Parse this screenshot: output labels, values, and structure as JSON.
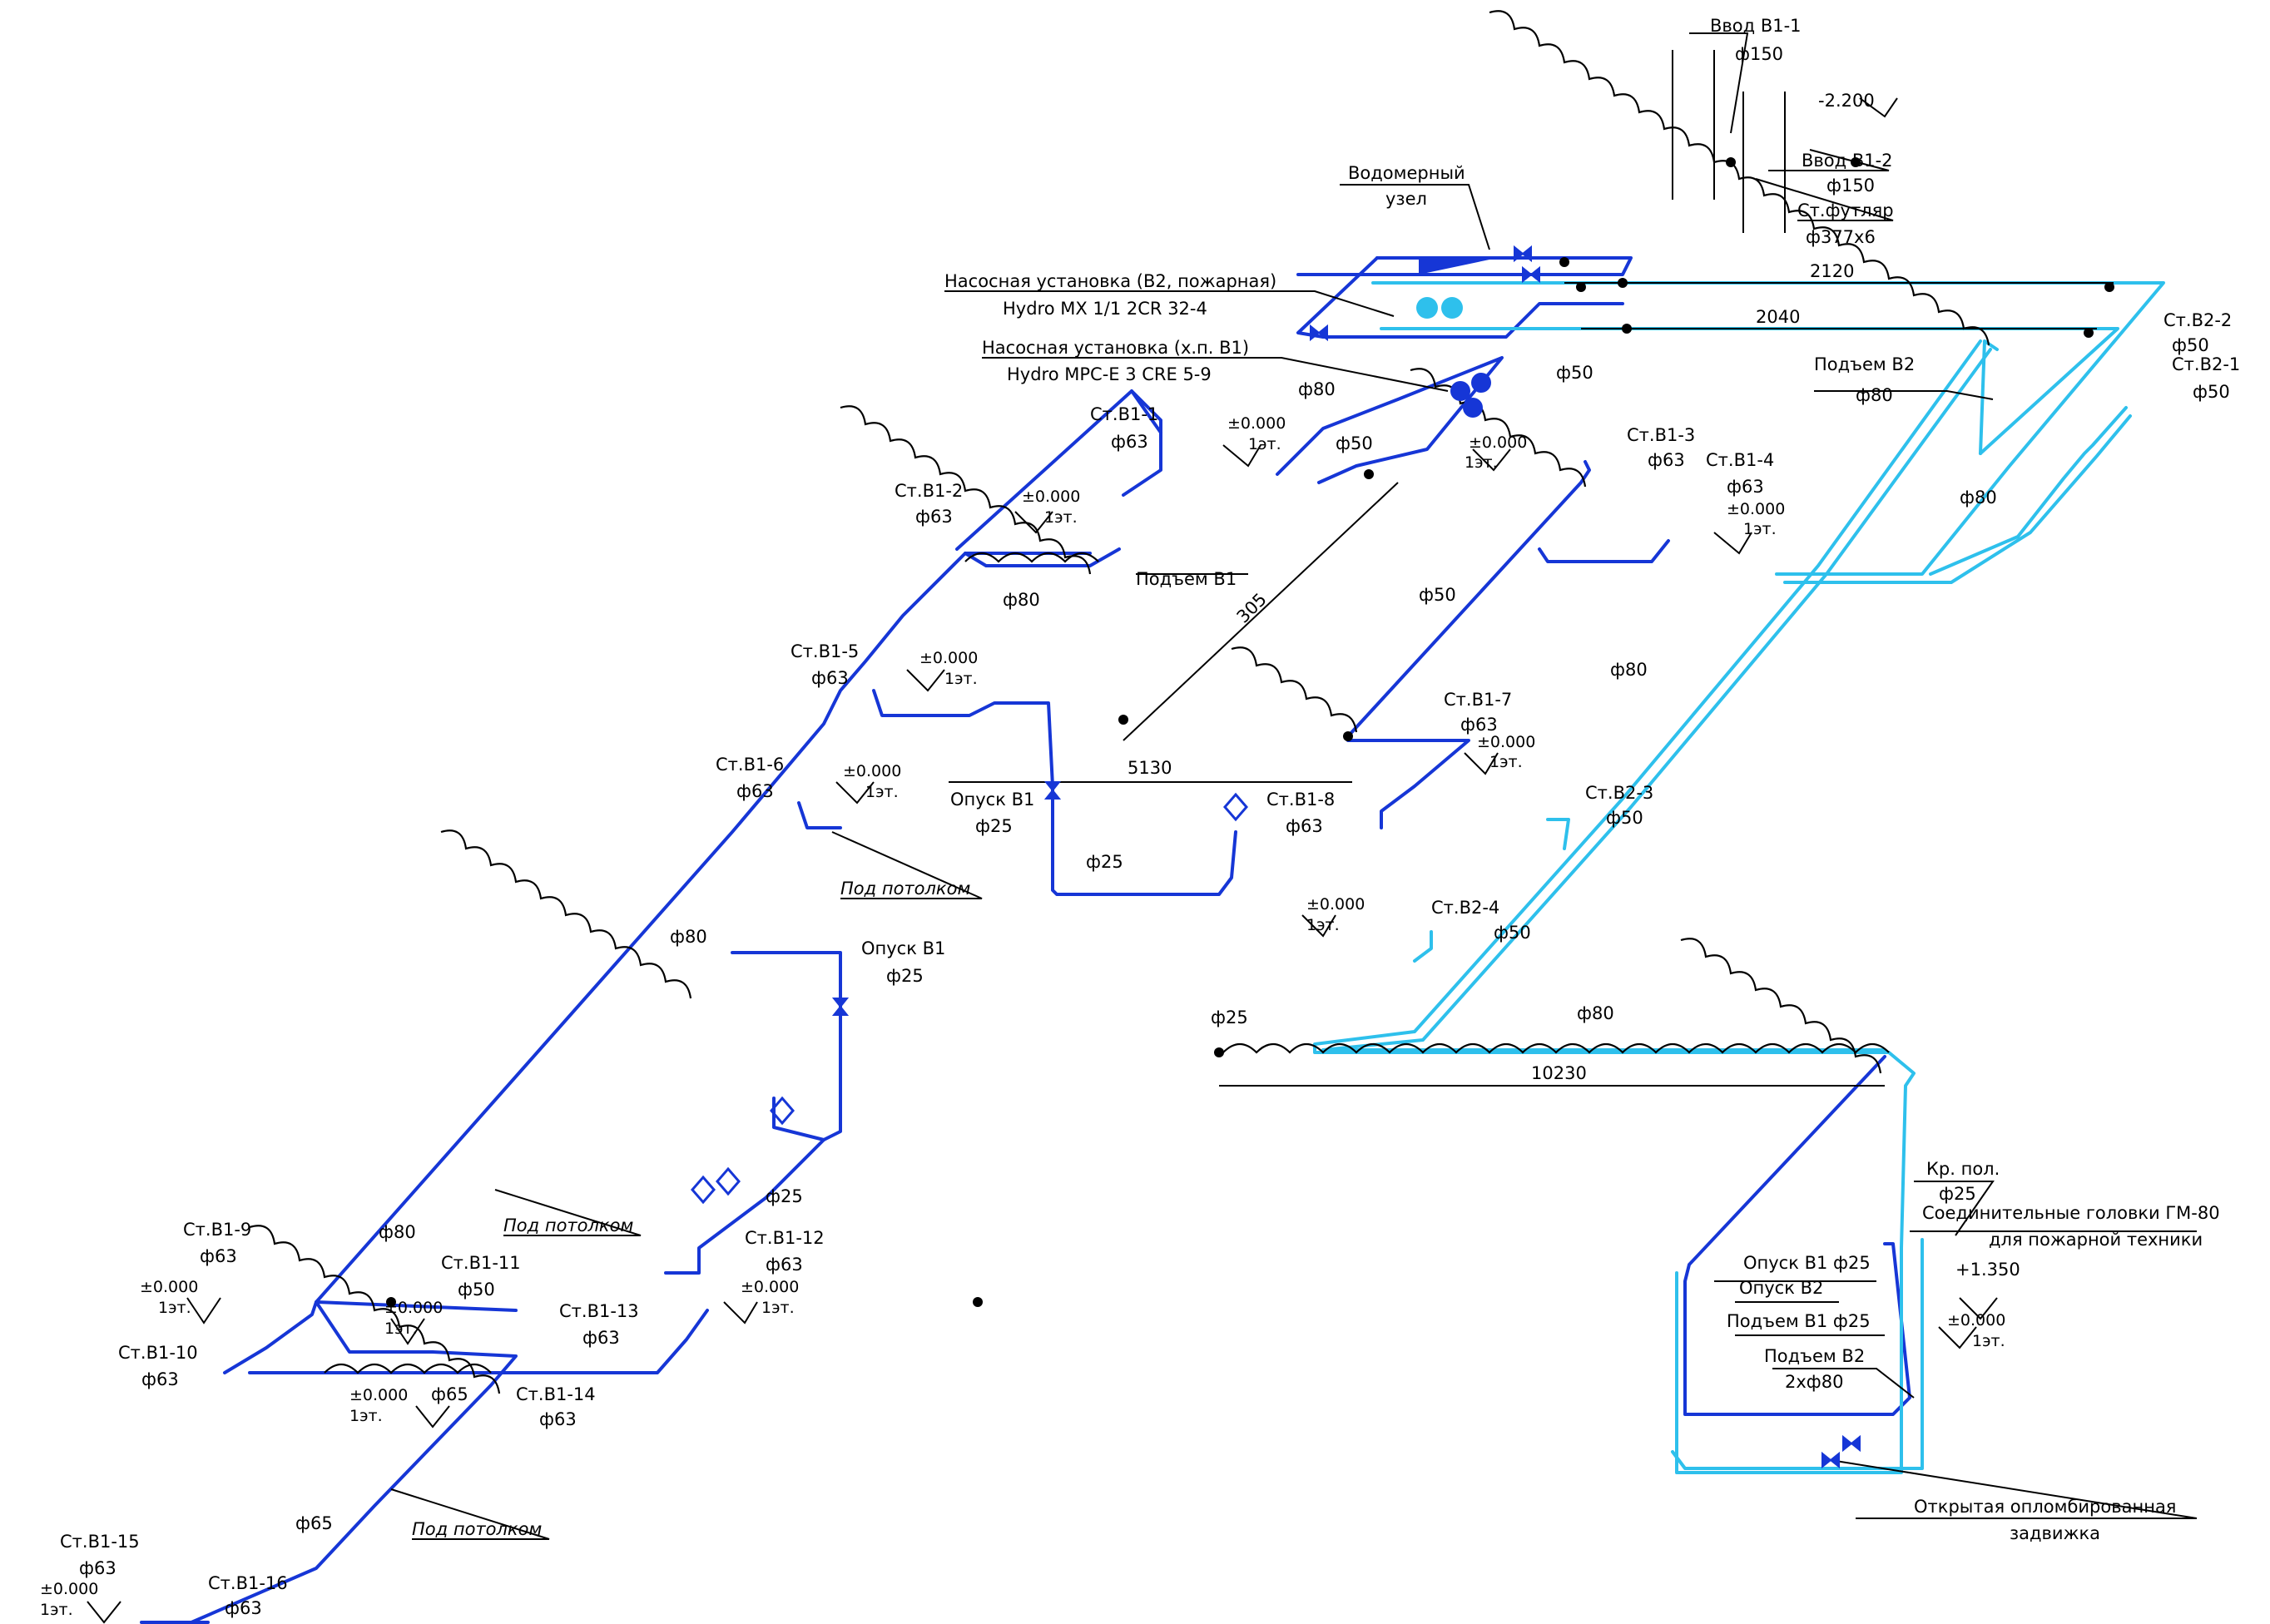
{
  "colors": {
    "b1": "#1636d6",
    "b2": "#2ec0ec",
    "dim": "#000000"
  },
  "labels": {
    "vvod_b1_1": "Ввод В1-1",
    "d150_1": "ф150",
    "minus_2200": "-2.200",
    "vvod_b1_2": "Ввод В1-2",
    "d150_2": "ф150",
    "st_futlyar": "Ст.футляр",
    "d377": "ф377х6",
    "vodomer_1": "Водомерный",
    "vodomer_2": "узел",
    "nasos_b2_1": "Насосная установка (В2, пожарная)",
    "nasos_b2_2": "Hydro MX 1/1 2CR 32-4",
    "nasos_b1_1": "Насосная установка (х.п. В1)",
    "nasos_b1_2": "Hydro MPC-E 3 CRE 5-9",
    "dim_2120": "2120",
    "dim_2040": "2040",
    "d50_pump": "ф50",
    "st_b2_2": "Ст.В2-2",
    "st_b2_2_d": "ф50",
    "st_b2_1": "Ст.В2-1",
    "st_b2_1_d": "ф50",
    "podem_b2": "Подъем В2",
    "d80_b2top": "ф80",
    "d80_a": "ф80",
    "d50_pump2": "ф50",
    "st_b1_1": "Ст.В1-1",
    "st_b1_1_d": "ф63",
    "lvl_1_val": "±0.000",
    "lvl_1_fl": "1эт.",
    "lvl_2_val": "±0.000",
    "lvl_2_fl": "1эт.",
    "st_b1_3": "Ст.В1-3",
    "st_b1_3_d": "ф63",
    "st_b1_4": "Ст.В1-4",
    "st_b1_4_d": "ф63",
    "lvl_3_val": "±0.000",
    "lvl_3_fl": "1эт.",
    "d80_b2mid": "ф80",
    "st_b1_2": "Ст.В1-2",
    "st_b1_2_d": "ф63",
    "lvl_4_val": "±0.000",
    "lvl_4_fl": "1эт.",
    "podem_b1": "Подъем В1",
    "d80_b": "ф80",
    "dim_305": "305",
    "d50_c": "ф50",
    "st_b1_5": "Ст.В1-5",
    "st_b1_5_d": "ф63",
    "lvl_5_val": "±0.000",
    "lvl_5_fl": "1эт.",
    "d80_c": "ф80",
    "st_b1_7": "Ст.В1-7",
    "st_b1_7_d": "ф63",
    "lvl_6_val": "±0.000",
    "lvl_6_fl": "1эт.",
    "st_b1_6": "Ст.В1-6",
    "st_b1_6_d": "ф63",
    "lvl_7_val": "±0.000",
    "lvl_7_fl": "1эт.",
    "dim_5130": "5130",
    "opusk_b1_a": "Опуск В1",
    "opusk_b1_a_d": "ф25",
    "st_b1_8": "Ст.В1-8",
    "st_b1_8_d": "ф63",
    "st_b2_3": "Ст.В2-3",
    "st_b2_3_d": "ф50",
    "d25_a": "ф25",
    "pod_potolkom_1": "Под потолком",
    "lvl_8_val": "±0.000",
    "lvl_8_fl": "1эт.",
    "st_b2_4": "Ст.В2-4",
    "st_b2_4_d": "ф50",
    "d80_d": "ф80",
    "opusk_b1_b": "Опуск В1",
    "opusk_b1_b_d": "ф25",
    "d25_b": "ф25",
    "d80_e": "ф80",
    "dim_10230": "10230",
    "d25_c": "ф25",
    "kr_pol": "Кр. пол.",
    "kr_pol_d": "ф25",
    "soed_1": "Соединительные головки ГМ-80",
    "soed_2": "для пожарной техники",
    "pod_potolkom_2": "Под потолком",
    "st_b1_9": "Ст.В1-9",
    "st_b1_9_d": "ф63",
    "d80_f": "ф80",
    "st_b1_11": "Ст.В1-11",
    "st_b1_11_d": "ф50",
    "st_b1_12": "Ст.В1-12",
    "st_b1_12_d": "ф63",
    "opusk_b1_d25": "Опуск В1 ф25",
    "opusk_b2": "Опуск В2",
    "plus_1350": "+1.350",
    "lvl_9_val": "±0.000",
    "lvl_9_fl": "1эт.",
    "lvl_10_val": "±0.000",
    "lvl_10_fl": "1эт.",
    "lvl_11_val": "±0.000",
    "lvl_11_fl": "1эт.",
    "st_b1_13": "Ст.В1-13",
    "st_b1_13_d": "ф63",
    "podem_b1_d25": "Подъем В1 ф25",
    "lvl_12_val": "±0.000",
    "lvl_12_fl": "1эт.",
    "st_b1_10": "Ст.В1-10",
    "st_b1_10_d": "ф63",
    "podem_b2_2": "Подъем В2",
    "podem_b2_2_d": "2хф80",
    "lvl_13_val": "±0.000",
    "lvl_13_fl": "1эт.",
    "d65_a": "ф65",
    "st_b1_14": "Ст.В1-14",
    "st_b1_14_d": "ф63",
    "d65_b": "ф65",
    "pod_potolkom_3": "Под потолком",
    "otkr_1": "Открытая опломбированная",
    "otkr_2": "задвижка",
    "st_b1_15": "Ст.В1-15",
    "st_b1_15_d": "ф63",
    "lvl_14_val": "±0.000",
    "lvl_14_fl": "1эт.",
    "st_b1_16": "Ст.В1-16",
    "st_b1_16_d": "ф63"
  }
}
